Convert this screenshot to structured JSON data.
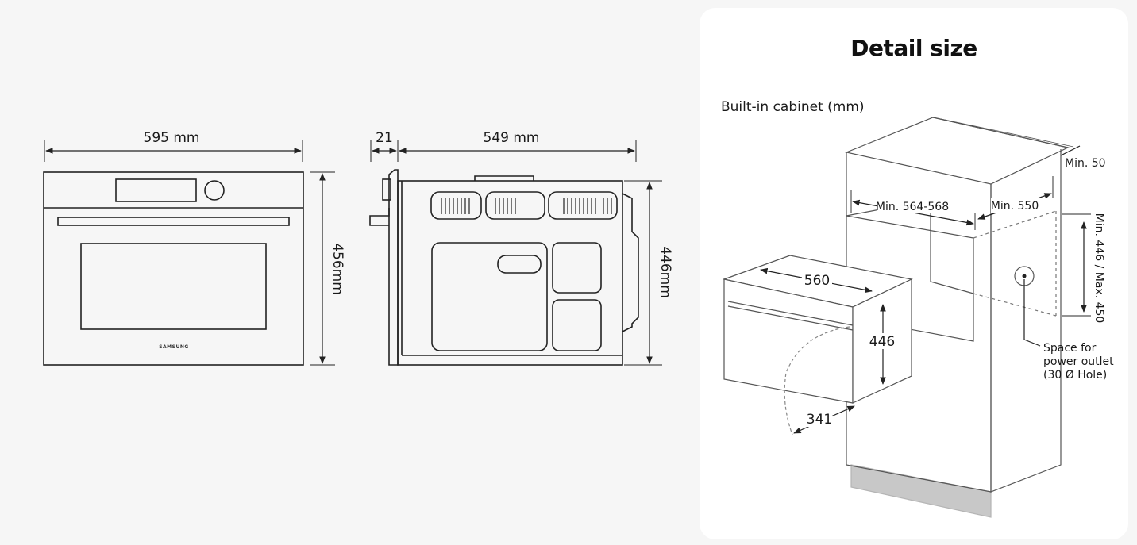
{
  "front_view": {
    "width_label": "595 mm",
    "height_label": "456mm",
    "brand": "SAMSUNG"
  },
  "side_view": {
    "door_depth_label": "21",
    "depth_label": "549 mm",
    "height_label": "446mm"
  },
  "detail": {
    "title": "Detail size",
    "subtitle": "Built-in cabinet (mm)",
    "labels": {
      "min_50": "Min. 50",
      "min_width": "Min. 564-568",
      "min_depth": "Min. 550",
      "min_height": "Min. 446 / Max. 450",
      "oven_width": "560",
      "oven_height": "446",
      "door_swing": "341",
      "outlet_line1": "Space for",
      "outlet_line2": "power outlet",
      "outlet_line3": "(30 Ø Hole)"
    }
  },
  "colors": {
    "background": "#f6f6f6",
    "card": "#ffffff",
    "line": "#222222",
    "plinth": "#c8c8c8"
  }
}
